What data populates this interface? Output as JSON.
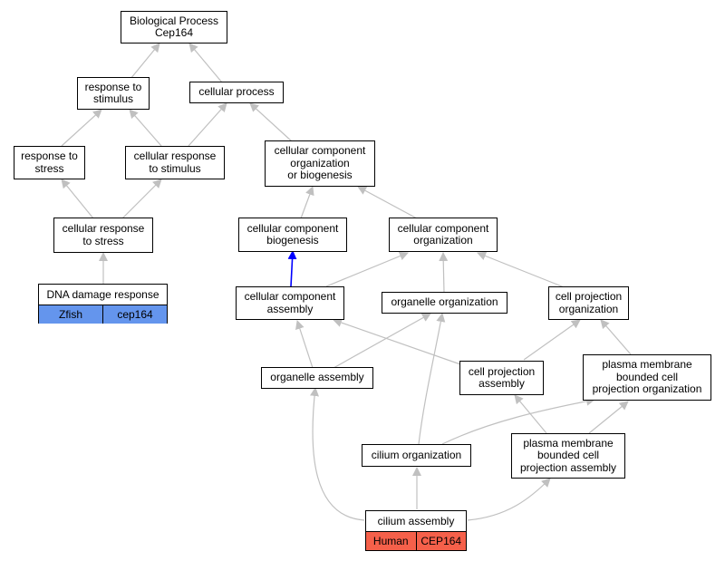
{
  "graph": {
    "nodes": {
      "bp": "Biological Process\nCep164",
      "rts": "response to\nstimulus",
      "cp": "cellular process",
      "rtstress": "response to\nstress",
      "crts": "cellular response\nto stimulus",
      "ccob": "cellular component\norganization\nor biogenesis",
      "crtstress": "cellular response\nto stress",
      "ccb": "cellular component\nbiogenesis",
      "cco": "cellular component\norganization",
      "cca": "cellular component\nassembly",
      "oo": "organelle organization",
      "cpo": "cell projection\norganization",
      "oa": "organelle assembly",
      "cpa": "cell projection\nassembly",
      "pmbcpo": "plasma membrane\nbounded cell\nprojection organization",
      "co": "cilium organization",
      "pmbcpa": "plasma membrane\nbounded cell\nprojection assembly"
    },
    "dna_damage": {
      "title": "DNA damage response",
      "species": "Zfish",
      "gene": "cep164",
      "color": "#6495ed"
    },
    "cilium_assembly": {
      "title": "cilium assembly",
      "species": "Human",
      "gene": "CEP164",
      "color": "#f5604a"
    },
    "colors": {
      "edge": "#c0c0c0",
      "highlight_edge": "#0000ff"
    }
  }
}
